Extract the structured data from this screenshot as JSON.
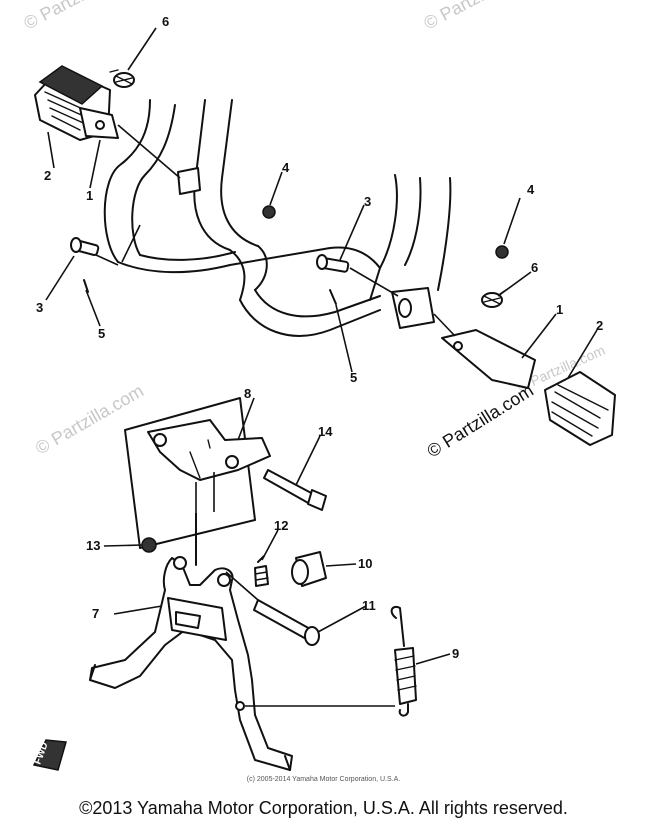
{
  "watermarks": {
    "top_left": "© Partzilla.com",
    "top_right": "© Partzilla.com",
    "mid_left": "© Partzilla.com",
    "mid_right_small": "© Partzilla.com",
    "mid_right_large": "© Partzilla.com"
  },
  "callouts": {
    "c1_left": "1",
    "c2_left": "2",
    "c3_left": "3",
    "c4_left": "4",
    "c5_left": "5",
    "c6_left": "6",
    "c1_right": "1",
    "c2_right": "2",
    "c3_right": "3",
    "c4_right": "4",
    "c5_right": "5",
    "c6_right": "6",
    "c7": "7",
    "c8": "8",
    "c9": "9",
    "c10": "10",
    "c11": "11",
    "c12": "12",
    "c13": "13",
    "c14": "14"
  },
  "fwd_label": "FWD",
  "small_copyright": "(c) 2005-2014 Yamaha Motor Corporation, U.S.A.",
  "footer_copyright": "©2013 Yamaha Motor Corporation, U.S.A. All rights reserved."
}
